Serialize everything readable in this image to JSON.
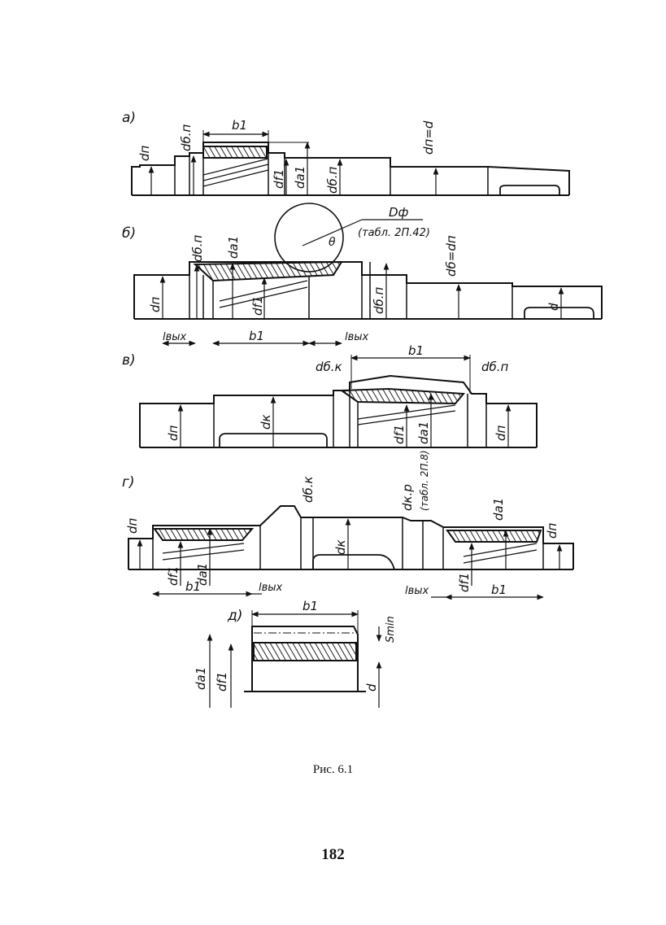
{
  "figure": {
    "caption": "Рис. 6.1",
    "page_number": "182"
  },
  "panels": {
    "a": {
      "label": "а)",
      "labels": {
        "dp": "dп",
        "dbp": "dб.п",
        "b1": "b1",
        "df1": "df1",
        "da1": "da1",
        "dbp2": "dб.п",
        "dpd": "dп=d"
      }
    },
    "b": {
      "label": "б)",
      "labels": {
        "dbp": "dб.п",
        "da1": "da1",
        "Df": "Dф",
        "table": "(табл. 2П.42)",
        "theta": "θ",
        "dbdp": "dб=dп",
        "dp": "dп",
        "df1": "df1",
        "dbp2": "dб.п",
        "d": "d",
        "lvyh_left": "lвых",
        "b1": "b1",
        "lvyh_right": "lвых"
      }
    },
    "v": {
      "label": "в)",
      "labels": {
        "dbk": "dб.к",
        "b1": "b1",
        "dbp": "dб.п",
        "dp_left": "dп",
        "dk": "dк",
        "df1": "df1",
        "da1": "da1",
        "dp_right": "dп"
      }
    },
    "g": {
      "label": "г)",
      "labels": {
        "dp_left": "dп",
        "dbk": "dб.к",
        "dkp": "dк.р",
        "table": "(табл. 2П.8)",
        "da1_right": "da1",
        "dp_right": "dп",
        "df1_left": "df1",
        "b1_left": "b1",
        "da1_left": "da1",
        "lvyh_left": "lвых",
        "dk": "dк",
        "lvyh_right": "lвых",
        "df1_right": "df1",
        "b1_right": "b1"
      }
    },
    "d": {
      "label": "д)",
      "labels": {
        "b1": "b1",
        "smin": "Smin",
        "da1": "da1",
        "df1": "df1",
        "d": "d"
      }
    }
  }
}
